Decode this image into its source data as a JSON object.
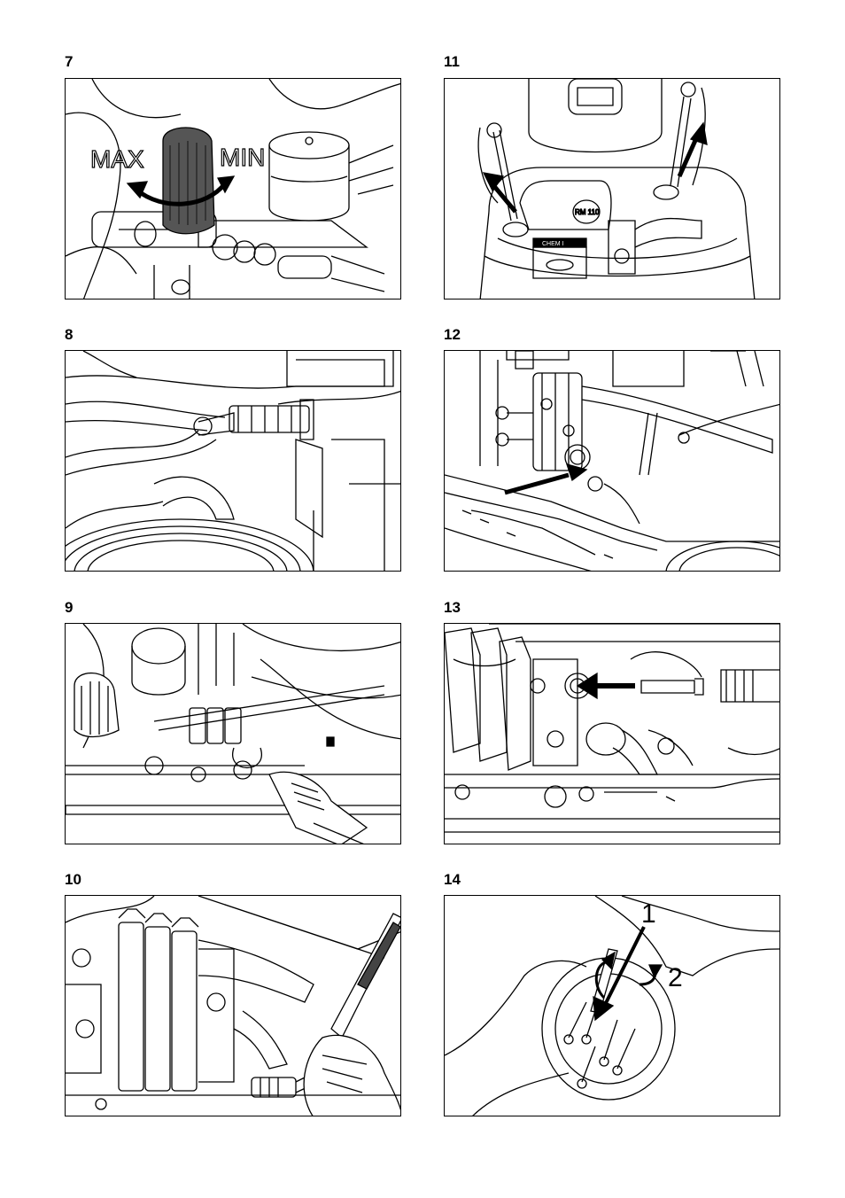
{
  "figures": [
    {
      "number": "7",
      "labels": {
        "max": "MAX",
        "min": "MIN"
      }
    },
    {
      "number": "8"
    },
    {
      "number": "9"
    },
    {
      "number": "10"
    },
    {
      "number": "11",
      "labels": {
        "cap": "RM 110",
        "bottle": "CHEM I"
      }
    },
    {
      "number": "12"
    },
    {
      "number": "13"
    },
    {
      "number": "14",
      "labels": {
        "step1": "1",
        "step2": "2"
      }
    }
  ]
}
